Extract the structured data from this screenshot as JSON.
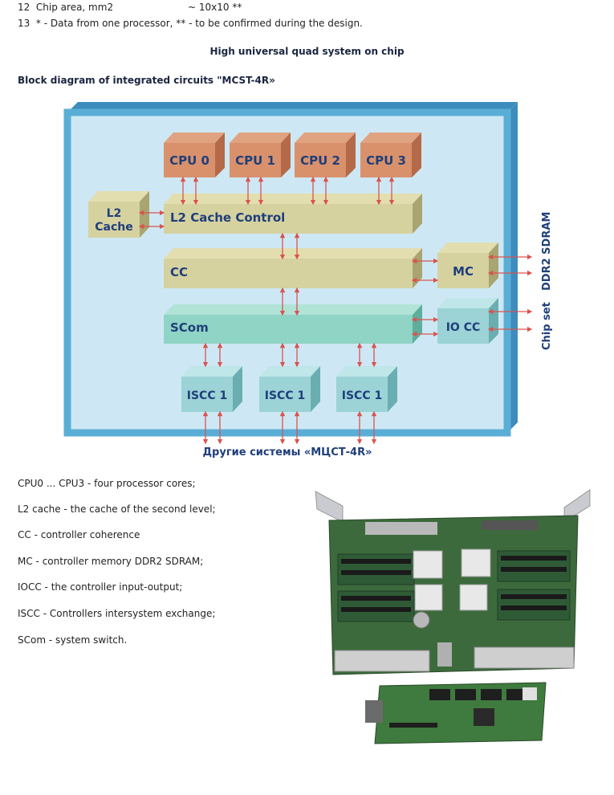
{
  "specs": [
    {
      "num": "12",
      "label": "Chip area, mm2",
      "value": "~ 10x10 **"
    },
    {
      "num": "13",
      "label": "* - Data from one processor, ** - to be confirmed during the design.",
      "value": ""
    }
  ],
  "section_title": "High universal quad system on chip",
  "diagram_title": "Block diagram of integrated circuits \"MCST-4R»",
  "diagram": {
    "cpus": [
      "CPU 0",
      "CPU 1",
      "CPU 2",
      "CPU 3"
    ],
    "l2_cache": [
      "L2",
      "Cache"
    ],
    "l2_control": "L2 Cache Control",
    "cc": "CC",
    "mc": "MC",
    "scom": "SCom",
    "iocc": "IO CC",
    "iscc": [
      "ISCC 1",
      "ISCC 1",
      "ISCC 1"
    ],
    "ddr2_label": "DDR2 SDRAM",
    "chipset_label": "Chip set",
    "other_systems": "Другие системы «МЦСТ-4R»",
    "colors": {
      "frame_fill": "#cde8f4",
      "frame_border": "#5aaed6",
      "cpu": "#d9916c",
      "control": "#d6d2a0",
      "scom": "#8fd4c4",
      "iscc": "#9bd3d6",
      "arrow": "#d9534f",
      "label": "#1f3f7a"
    }
  },
  "legend": [
    "CPU0 ...  CPU3 - four processor cores;",
    "L2 cache - the cache of the second level;",
    "CC - controller coherence",
    "MC - controller memory DDR2 SDRAM;",
    "IOCC - the controller input-output;",
    "ISCC - Controllers intersystem exchange;",
    "SCom - system switch."
  ]
}
